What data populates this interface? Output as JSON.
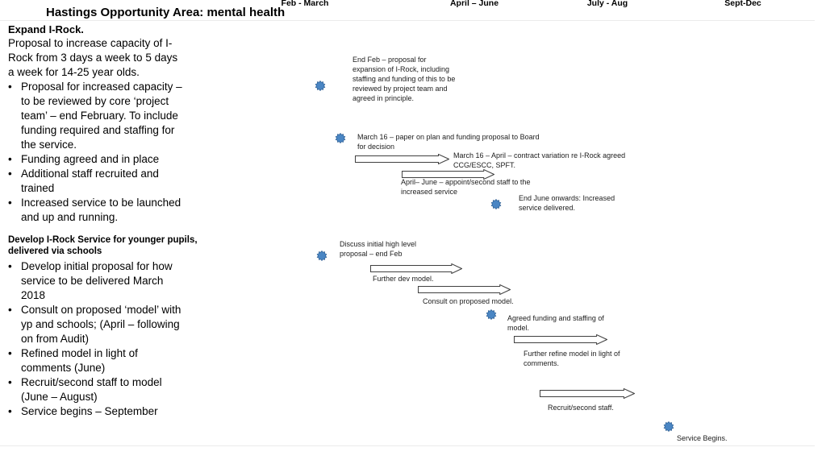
{
  "slide_title": "Hastings Opportunity Area: mental health",
  "bullet_char": "•",
  "timeline_headers": [
    "Feb - March",
    "April – June",
    "July - Aug",
    "Sept-Dec"
  ],
  "left_panel": {
    "section1": {
      "heading": "Expand I-Rock.",
      "intro": "Proposal to increase capacity of I-\nRock from 3 days a week to 5 days\na week for 14-25 year olds.",
      "bullets": [
        "Proposal for increased capacity –\nto be reviewed by core ‘project\nteam’ – end February. To include\nfunding required and staffing for\nthe service.",
        "Funding agreed and in place",
        "Additional staff recruited and\ntrained",
        "Increased service to be launched\nand up and running."
      ]
    },
    "section2": {
      "heading": "Develop I-Rock Service for younger pupils,\ndelivered via schools",
      "bullets": [
        "Develop initial proposal for how\nservice to be delivered March\n2018",
        "Consult on proposed ‘model’ with\nyp and schools; (April – following\non from Audit)",
        "Refined model in light of\ncomments (June)",
        "Recruit/second staff to model\n(June – August)",
        "Service begins – September"
      ]
    }
  },
  "timeline": {
    "milestones": [
      {
        "label": "End Feb – proposal for\nexpansion of I-Rock, including\nstaffing and funding of this to be\nreviewed by project team and\nagreed in principle."
      },
      {
        "label": "March 16 – paper on plan and  funding proposal to Board\nfor decision"
      },
      {
        "label": "End June onwards: Increased\nservice delivered."
      },
      {
        "label": "Discuss initial high level\nproposal – end Feb"
      },
      {
        "label": "Agreed funding and staffing of\nmodel."
      },
      {
        "label": "Service Begins."
      }
    ],
    "tasks": [
      {
        "label": "March 16 – April – contract variation re I-Rock agreed\nCCG/ESCC, SPFT."
      },
      {
        "label": "April– June – appoint/second staff to the\nincreased service"
      },
      {
        "label": "Further dev model."
      },
      {
        "label": "Consult on proposed model."
      },
      {
        "label": "Further refine model in light of\ncomments."
      },
      {
        "label": "Recruit/second staff."
      }
    ]
  },
  "colors": {
    "milestone_fill": "#4a86c4",
    "milestone_stroke": "#2e5e92",
    "arrow_outline": "#404040"
  }
}
